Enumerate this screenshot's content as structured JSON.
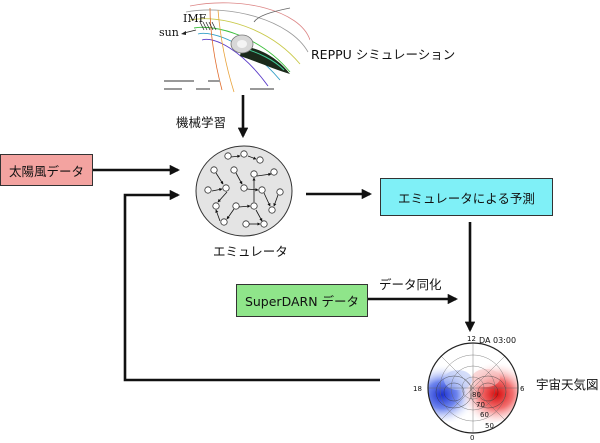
{
  "simulation": {
    "label": "REPPU シミュレーション",
    "imf_label": "IMF",
    "sun_label": "sun"
  },
  "steps": {
    "machine_learning": "機械学習",
    "emulator": "エミュレータ",
    "data_assimilation": "データ同化",
    "space_weather_map": "宇宙天気図"
  },
  "boxes": {
    "solar_wind": "太陽風データ",
    "emulator_prediction": "エミュレータによる予測",
    "superdarn": "SuperDARN データ"
  },
  "polar_map": {
    "title": "DA 03:00",
    "mlt_labels": {
      "top": "12",
      "right": "6",
      "bottom": "0",
      "left": "18"
    },
    "latitude_labels": [
      "80",
      "70",
      "60",
      "50"
    ]
  },
  "colors": {
    "solar_wind_box": "#f3a3a0",
    "prediction_box": "#7ff0f7",
    "superdarn_box": "#8fe58a",
    "arrow": "#111111"
  }
}
